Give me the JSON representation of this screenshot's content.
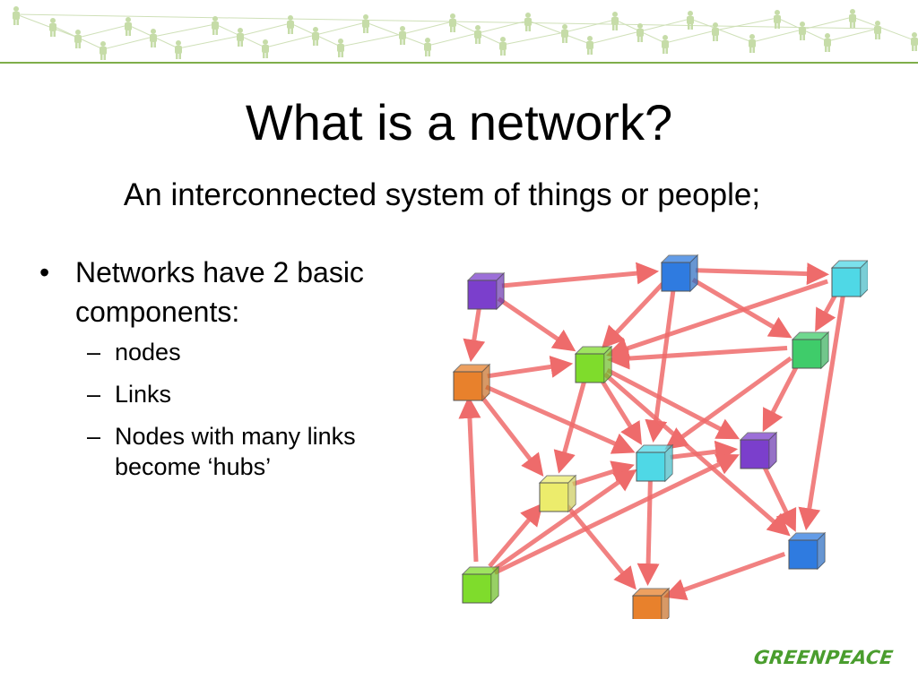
{
  "slide": {
    "title": "What is a network?",
    "subtitle": "An interconnected system of things or people;",
    "bullets": [
      {
        "text": "Networks have 2 basic components:",
        "sub": [
          "nodes",
          "Links",
          "Nodes with many links become ‘hubs’"
        ]
      }
    ],
    "logo_text": "GREENPEACE"
  },
  "icons": {
    "banner": "people-network-banner-icon",
    "diagram": "network-graph-icon"
  },
  "colors": {
    "accent_green": "#7fae4a",
    "link_red": "#ee6b6b",
    "logo_green": "#4a9d2e",
    "node_purple": "#7b3fcc",
    "node_blue": "#2f7be0",
    "node_cyan": "#4fd8e6",
    "node_green": "#3fcc6a",
    "node_lime": "#7fdc2c",
    "node_orange": "#e8812c",
    "node_yellow": "#ecec6c"
  }
}
